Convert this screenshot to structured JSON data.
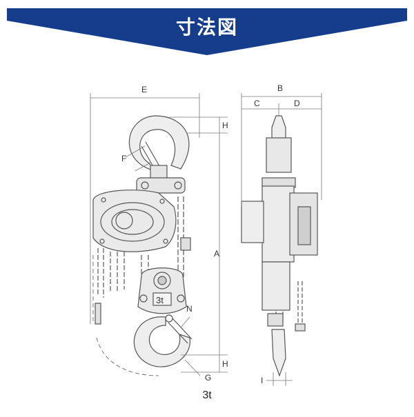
{
  "banner": {
    "title": "寸法図",
    "color": "#163d8c"
  },
  "caption": "3t",
  "plate_label": "3t",
  "dimensions": {
    "E": "E",
    "F": "F",
    "H_top": "H",
    "A": "A",
    "N": "N",
    "H_bottom": "H",
    "G": "G",
    "B": "B",
    "C": "C",
    "D": "D",
    "I": "I"
  },
  "colors": {
    "line": "#555555",
    "fill": "#e9e9e9",
    "dim": "#777777"
  }
}
